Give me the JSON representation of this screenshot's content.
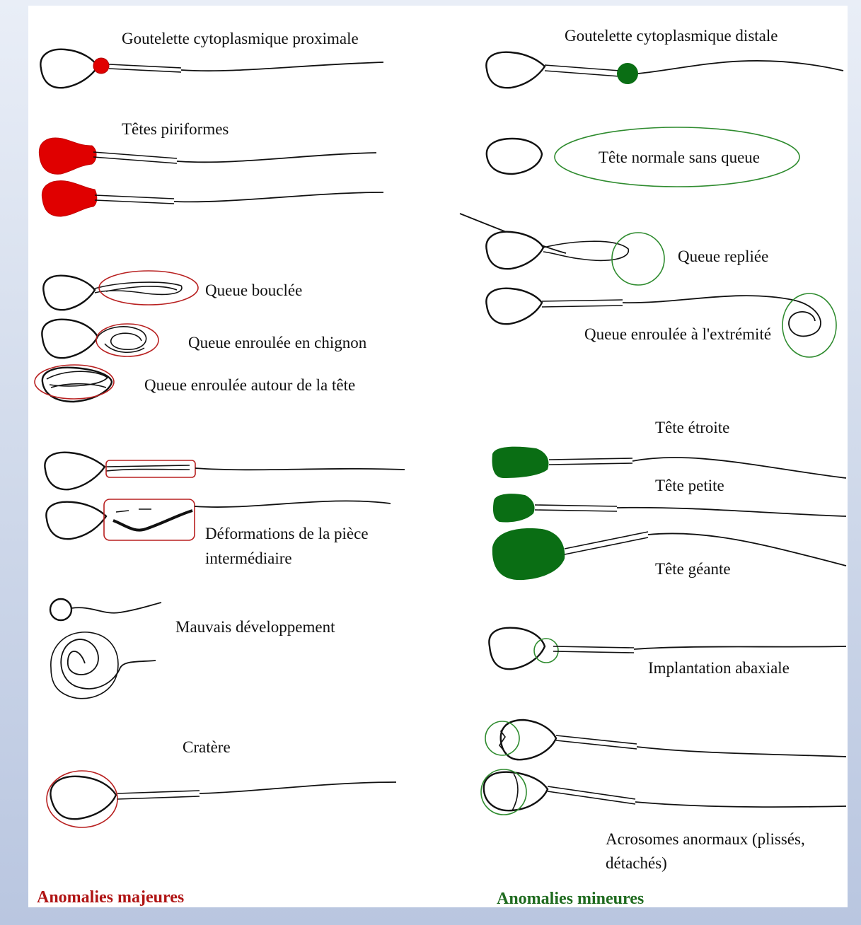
{
  "labels": {
    "goutelette_proximale": "Goutelette cytoplasmique proximale",
    "tetes_piriformes": "Têtes piriformes",
    "queue_bouclee": "Queue bouclée",
    "queue_chignon": "Queue enroulée en chignon",
    "queue_autour_tete": "Queue enroulée autour de la tête",
    "deformations_1": "Déformations de la pièce",
    "deformations_2": "intermédiaire",
    "mauvais_developpement": "Mauvais développement",
    "cratere": "Cratère",
    "goutelette_distale": "Goutelette cytoplasmique distale",
    "tete_sans_queue": "Tête normale sans queue",
    "queue_repliee": "Queue repliée",
    "queue_extremite": "Queue enroulée à l'extrémité",
    "tete_etroite": "Tête étroite",
    "tete_petite": "Tête petite",
    "tete_geante": "Tête géante",
    "implantation_abaxiale": "Implantation abaxiale",
    "acrosomes_1": "Acrosomes anormaux (plissés,",
    "acrosomes_2": "détachés)"
  },
  "footer": {
    "major": "Anomalies majeures",
    "minor": "Anomalies mineures"
  },
  "colors": {
    "major_accent": "#e00000",
    "minor_accent": "#0a6e14",
    "major_ring": "#b82020",
    "minor_ring": "#2e8b2e"
  }
}
